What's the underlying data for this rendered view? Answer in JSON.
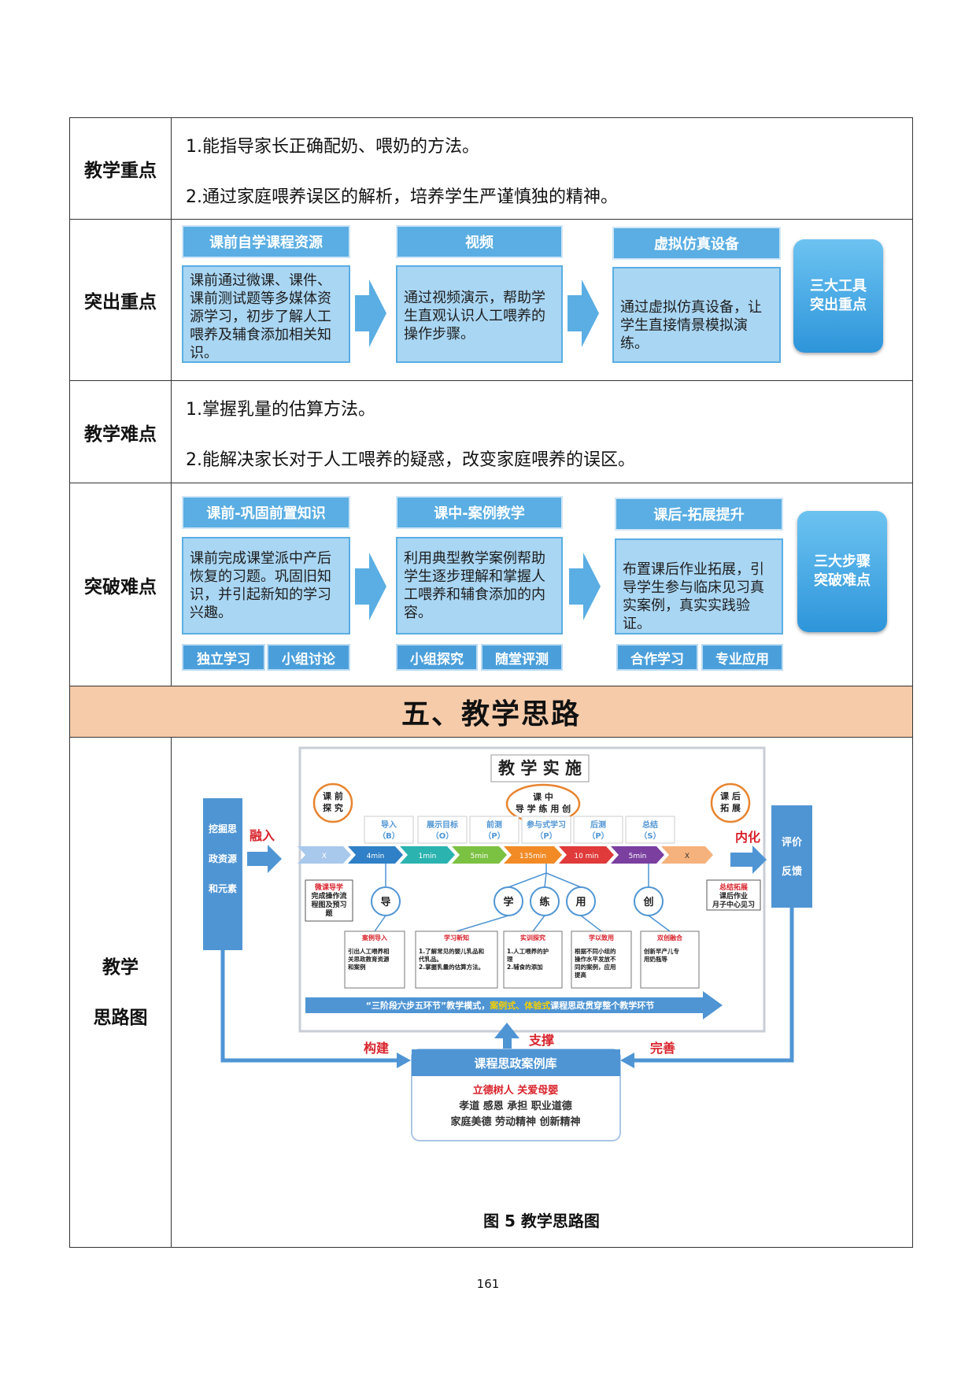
{
  "rows": {
    "key_points": {
      "label": "教学重点",
      "items": [
        "1.能指导家长正确配奶、喂奶的方法。",
        "2.通过家庭喂养误区的解析，培养学生严谨慎独的精神。"
      ]
    },
    "highlight": {
      "label": "突出重点",
      "steps": [
        {
          "title": "课前自学课程资源",
          "body": "课前通过微课、课件、课前测试题等多媒体资源学习，初步了解人工喂养及辅食添加相关知识。"
        },
        {
          "title": "视频",
          "body": "通过视频演示，帮助学生直观认识人工喂养的操作步骤。"
        },
        {
          "title": "虚拟仿真设备",
          "body": "通过虚拟仿真设备，让学生直接情景模拟演练。"
        }
      ],
      "badge": [
        "三大工具",
        "突出重点"
      ]
    },
    "difficulty": {
      "label": "教学难点",
      "items": [
        "1.掌握乳量的估算方法。",
        "2.能解决家长对于人工喂养的疑惑，改变家庭喂养的误区。"
      ]
    },
    "breakthrough": {
      "label": "突破难点",
      "steps": [
        {
          "title": "课前-巩固前置知识",
          "body": "课前完成课堂派中产后恢复的习题。巩固旧知识，并引起新知的学习兴趣。",
          "tags": [
            "独立学习",
            "小组讨论"
          ]
        },
        {
          "title": "课中-案例教学",
          "body": "利用典型教学案例帮助学生逐步理解和掌握人工喂养和辅食添加的内容。",
          "tags": [
            "小组探究",
            "随堂评测"
          ]
        },
        {
          "title": "课后-拓展提升",
          "body": "布置课后作业拓展，引导学生参与临床见习真实案例，真实实践验证。",
          "tags": [
            "合作学习",
            "专业应用"
          ]
        }
      ],
      "badge": [
        "三大步骤",
        "突破难点"
      ]
    },
    "section_banner": "五、教学思路",
    "diagram_row": {
      "label_lines": [
        "教学",
        "思路图"
      ]
    }
  },
  "figure": {
    "title": "教 学 实 施",
    "circle_left": [
      "课 前",
      "探 究"
    ],
    "circle_mid": [
      "课 中",
      "导 学 练 用 创"
    ],
    "circle_right": [
      "课 后",
      "拓 展"
    ],
    "left_box": [
      "挖掘思",
      "政资源",
      "和元素"
    ],
    "left_arrow_label": "融入",
    "right_box": [
      "评价",
      "反馈"
    ],
    "right_arrow_label": "内化",
    "stages": [
      {
        "name": "导入",
        "code": "（B）"
      },
      {
        "name": "展示目标",
        "code": "（O）"
      },
      {
        "name": "前测",
        "code": "（P）"
      },
      {
        "name": "参与式学习",
        "code": "（P）"
      },
      {
        "name": "后测",
        "code": "（P）"
      },
      {
        "name": "总结",
        "code": "（S）"
      }
    ],
    "timeline": [
      "X",
      "4min",
      "1min",
      "5min",
      "135min",
      "10 min",
      "5min",
      "X"
    ],
    "timeline_colors": [
      "#a8c8ec",
      "#2f80c6",
      "#2bb3b0",
      "#7bc142",
      "#f28a26",
      "#e03a3a",
      "#7b3fa0",
      "#f6b27d"
    ],
    "note_left": [
      "微课导学",
      "完成操作流",
      "程图及预习",
      "题"
    ],
    "note_right": [
      "总结拓展",
      "课后作业",
      "月子中心见习"
    ],
    "nodes": [
      "导",
      "学",
      "练",
      "用",
      "创"
    ],
    "cards": [
      {
        "title": "案例导入",
        "lines": [
          "引出人工喂养相",
          "关思政教育资源",
          "和案例"
        ]
      },
      {
        "title": "学习新知",
        "lines": [
          "1.了解常见的婴儿乳品和",
          "代乳品。",
          "2.掌握乳量的估算方法。"
        ]
      },
      {
        "title": "实训探究",
        "lines": [
          "1.人工喂养的护",
          "理",
          "2.辅食的添加"
        ]
      },
      {
        "title": "学以致用",
        "lines": [
          "根据不同小组的",
          "操作水平发放不",
          "同的案例，应用",
          "提高"
        ]
      },
      {
        "title": "双创融合",
        "lines": [
          "创新早产儿专",
          "用奶瓶等"
        ]
      }
    ],
    "bottom_bar_a": "“三阶段六步五环节”教学模式，",
    "bottom_bar_b": "案例式、体验式",
    "bottom_bar_c": "课程思政贯穿整个教学环节",
    "support_label": "支撑",
    "build_label": "构建",
    "improve_label": "完善",
    "library_title": "课程思政案例库",
    "library_line1": "立德树人  关爱母婴",
    "library_line2": "孝道  感恩  承担  职业道德",
    "library_line3": "家庭美德  劳动精神  创新精神"
  },
  "caption": "图 5    教学思路图",
  "page_number": "161"
}
